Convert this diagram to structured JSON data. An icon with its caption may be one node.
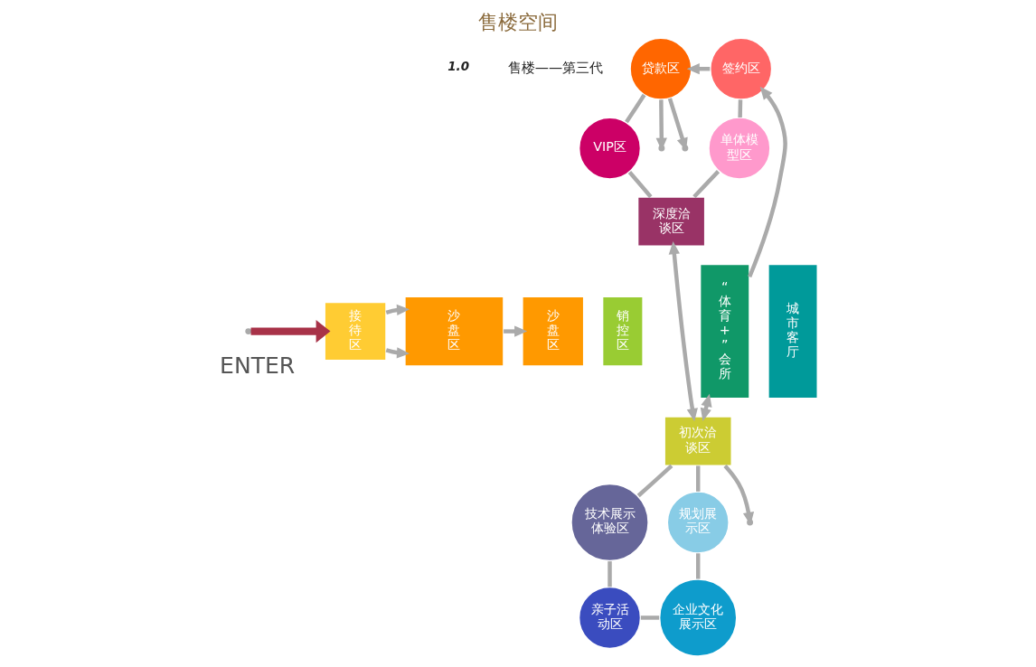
{
  "diagram": {
    "title": "售楼空间",
    "nodes": [
      {
        "text": [
          "贷款区"
        ]
      },
      {
        "text": [
          "签约区"
        ]
      },
      {
        "text": [
          "VIP区"
        ]
      },
      {
        "text": [
          "单体模型区"
        ]
      },
      {
        "text": [
          "深度洽谈区"
        ]
      },
      {
        "text": [
          "接待区"
        ]
      },
      {
        "text": [
          "沙盘区"
        ]
      },
      {
        "text": [
          "沙盘区"
        ]
      },
      {
        "text": [
          "销控区"
        ]
      },
      {
        "text": [
          "“体育+”会所"
        ]
      },
      {
        "text": [
          "城市客厅"
        ]
      },
      {
        "text": [
          "初次洽谈区"
        ]
      },
      {
        "text": [
          "技术展示体验区"
        ]
      },
      {
        "text": [
          "规划展示区"
        ]
      },
      {
        "text": [
          "亲子活动区"
        ]
      },
      {
        "text": [
          "企业文化展示区"
        ]
      }
    ],
    "edges": [
      {
        "from": null,
        "to": 5,
        "arrow": "to",
        "label": "ENTER",
        "style": "thick",
        "color": "#a83248"
      },
      {
        "from": 5,
        "to": 6,
        "arrow": "to"
      },
      {
        "from": 5,
        "to": 6,
        "arrow": "to"
      },
      {
        "from": 6,
        "to": 7,
        "arrow": "to"
      },
      {
        "from": 0,
        "to": 2,
        "arrow": "none"
      },
      {
        "from": 1,
        "to": 0,
        "arrow": "to"
      },
      {
        "from": 1,
        "to": 3,
        "arrow": "none"
      },
      {
        "from": 2,
        "to": 4,
        "arrow": "none"
      },
      {
        "from": 3,
        "to": 4,
        "arrow": "none"
      },
      {
        "from": 0,
        "to": null,
        "arrow": "to"
      },
      {
        "from": 0,
        "to": null,
        "arrow": "to"
      },
      {
        "from": 9,
        "to": 1,
        "arrow": "to"
      },
      {
        "from": 4,
        "to": 11,
        "arrow": "both"
      },
      {
        "from": 11,
        "to": null,
        "arrow": "to"
      },
      {
        "from": 9,
        "to": 11,
        "arrow": "both"
      },
      {
        "from": 11,
        "to": 12,
        "arrow": "none"
      },
      {
        "from": 11,
        "to": 13,
        "arrow": "none"
      },
      {
        "from": 12,
        "to": 14,
        "arrow": "none"
      },
      {
        "from": 13,
        "to": 15,
        "arrow": "none"
      },
      {
        "from": 14,
        "to": 15,
        "arrow": "none"
      }
    ],
    "labels": [
      "1.0",
      "售楼——第三代"
    ]
  }
}
